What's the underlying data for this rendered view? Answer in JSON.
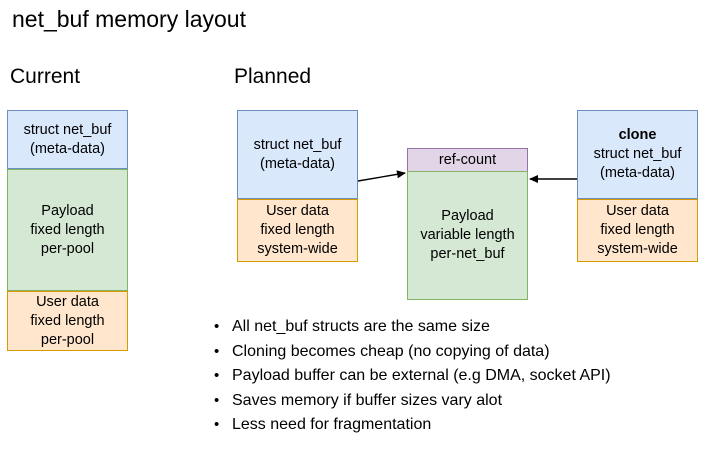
{
  "title": "net_buf memory layout",
  "headings": {
    "current": "Current",
    "planned": "Planned"
  },
  "colors": {
    "blue_fill": "#dae8fc",
    "blue_border": "#6c8ebf",
    "green_fill": "#d5e8d4",
    "green_border": "#82b366",
    "orange_fill": "#ffe6cc",
    "orange_border": "#d79b00",
    "purple_fill": "#e1d5e7",
    "purple_border": "#9673a6",
    "arrow": "#000000",
    "background": "#ffffff"
  },
  "current": {
    "meta": {
      "line1": "struct net_buf",
      "line2": "(meta-data)"
    },
    "payload": {
      "line1": "Payload",
      "line2": "fixed length",
      "line3": "per-pool"
    },
    "user": {
      "line1": "User data",
      "line2": "fixed length",
      "line3": "per-pool"
    }
  },
  "planned": {
    "original": {
      "meta": {
        "line1": "struct net_buf",
        "line2": "(meta-data)"
      },
      "user": {
        "line1": "User data",
        "line2": "fixed length",
        "line3": "system-wide"
      }
    },
    "shared": {
      "refcount": "ref-count",
      "payload": {
        "line1": "Payload",
        "line2": "variable length",
        "line3": "per-net_buf"
      }
    },
    "clone": {
      "meta": {
        "line0": "clone",
        "line1": "struct net_buf",
        "line2": "(meta-data)"
      },
      "user": {
        "line1": "User data",
        "line2": "fixed length",
        "line3": "system-wide"
      }
    }
  },
  "bullets": [
    "All net_buf structs are the same size",
    "Cloning becomes cheap (no copying of data)",
    "Payload buffer can be external (e.g DMA, socket API)",
    "Saves memory if buffer sizes vary alot",
    "Less need for fragmentation"
  ]
}
